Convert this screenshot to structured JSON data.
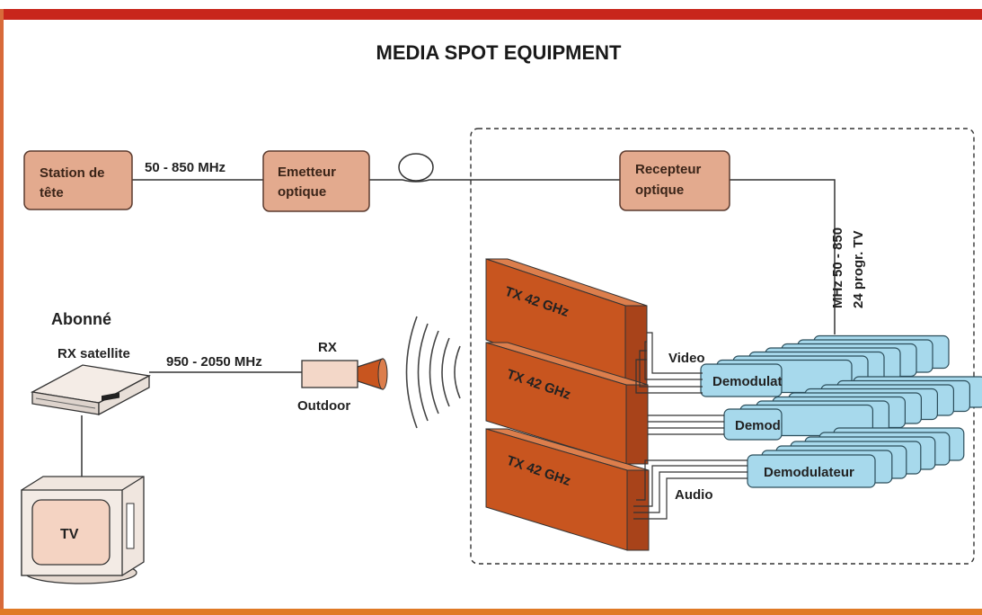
{
  "title": "MEDIA SPOT EQUIPMENT",
  "colors": {
    "top_bar": "#c8261c",
    "bottom_bar": "#e07a26",
    "box_fill": "#e3aa8e",
    "box_stroke": "#5a3a2e",
    "tx_front": "#c8551f",
    "tx_side": "#a8431a",
    "tx_top": "#dc7e4c",
    "demod_fill": "#a7d9ec",
    "demod_stroke": "#2b4d5a",
    "line": "#333333"
  },
  "nodes": {
    "station": {
      "line1": "Station de",
      "line2": "tête"
    },
    "emetteur": {
      "line1": "Emetteur",
      "line2": "optique"
    },
    "recepteur": {
      "line1": "Recepteur",
      "line2": "optique"
    }
  },
  "links": {
    "freq_head": "50 - 850 MHz",
    "freq_vertical_1": "MHz 50 - 850",
    "freq_vertical_2": "24 progr. TV",
    "freq_sat": "950 - 2050 MHz"
  },
  "subscriber": {
    "heading": "Abonné",
    "rx_satellite": "RX satellite",
    "tv": "TV"
  },
  "outdoor": {
    "rx": "RX",
    "outdoor": "Outdoor"
  },
  "transmitters": [
    "TX 42 GHz",
    "TX 42 GHz",
    "TX 42 GHz"
  ],
  "signals": {
    "video": "Video",
    "audio": "Audio"
  },
  "demodulators": [
    "Demodulateur",
    "Demodulateur",
    "Demodulateur"
  ]
}
